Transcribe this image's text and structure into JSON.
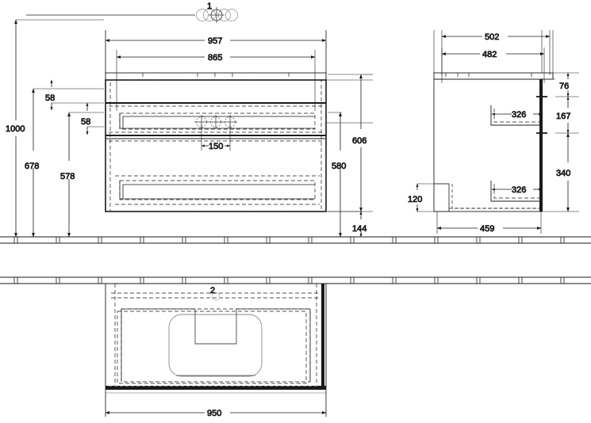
{
  "drawing": {
    "title": "Vanity unit with washbasin - dimensioned technical drawing",
    "units": "mm",
    "line_color": "#1a1a1a",
    "views": [
      {
        "id": "front",
        "name": "front-elevation",
        "marker": "1"
      },
      {
        "id": "side",
        "name": "side-elevation",
        "marker": ""
      },
      {
        "id": "plan",
        "name": "plan-view",
        "marker": "2"
      }
    ]
  },
  "markers": {
    "section_1": "1",
    "section_2": "2"
  },
  "dimensions": {
    "front": {
      "overall_width_outer": "957",
      "overall_width_inner": "865",
      "height_total": "1000",
      "height_678": "678",
      "height_578": "578",
      "inset_top": "58",
      "inset_second": "58",
      "tap_spacing": "150",
      "cabinet_height": "606",
      "drawer_block_height": "580",
      "floor_gap": "144"
    },
    "side": {
      "depth_outer": "502",
      "depth_inner": "482",
      "shelf_depth_top": "326",
      "shelf_depth_bottom": "326",
      "base_depth": "459",
      "toe_height": "120",
      "top_band": "76",
      "upper_drawer": "167",
      "lower_drawer": "340"
    },
    "plan": {
      "width": "950"
    }
  },
  "labels": {
    "d957": "957",
    "d865": "865",
    "d1000": "1000",
    "d678": "678",
    "d578": "578",
    "d58a": "58",
    "d58b": "58",
    "d150": "150",
    "d606": "606",
    "d580": "580",
    "d144": "144",
    "d502": "502",
    "d482": "482",
    "d326a": "326",
    "d326b": "326",
    "d459": "459",
    "d120": "120",
    "d76": "76",
    "d167": "167",
    "d340": "340",
    "d950": "950",
    "m1": "1",
    "m2": "2"
  }
}
